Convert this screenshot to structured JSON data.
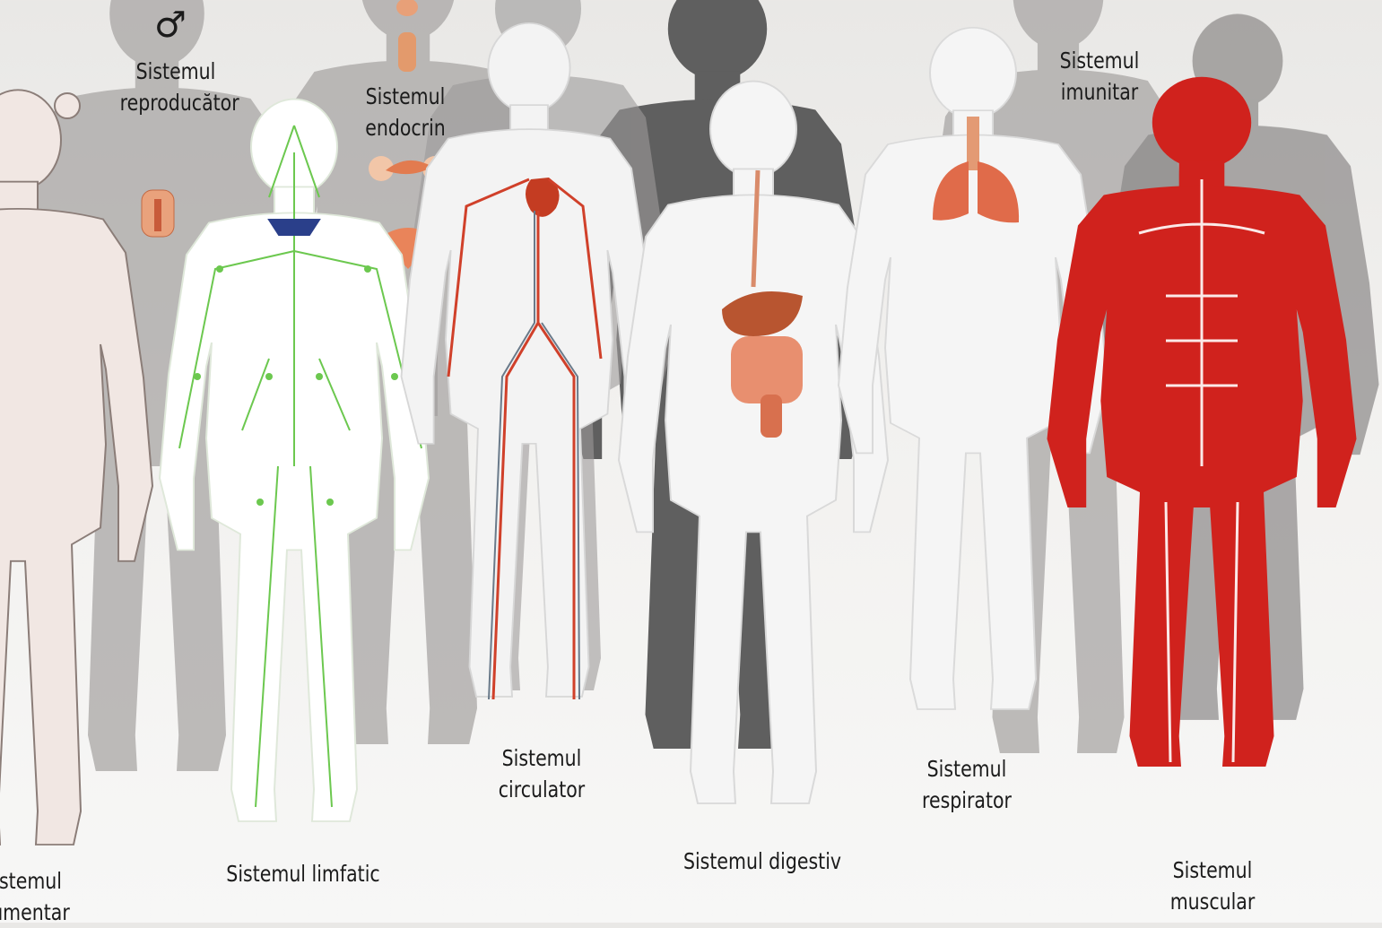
{
  "symbols": {
    "male": "♂"
  },
  "labels": {
    "integumentar": [
      "stemul",
      "umentar"
    ],
    "reproducator": [
      "Sistemul",
      "reproducător"
    ],
    "endocrin": [
      "Sistemul",
      "endocrin"
    ],
    "limfatic": [
      "Sistemul limfatic"
    ],
    "circulator": [
      "Sistemul",
      "circulator"
    ],
    "digestiv": [
      "Sistemul digestiv"
    ],
    "respirator": [
      "Sistemul",
      "respirator"
    ],
    "imunitar": [
      "Sistemul",
      "imunitar"
    ],
    "muscular": [
      "Sistemul",
      "muscular"
    ]
  },
  "colors": {
    "silhouette": "#8f8c8b",
    "silhouette_dark": "#5a5a5a",
    "skin": "#f1e7e3",
    "lymph": "#6cc84f",
    "lymph_duct": "#2a3f8a",
    "muscle": "#cf1f1b",
    "vessel_red": "#d0402a",
    "organ": "#d96a45",
    "skeleton": "#e2e2e2"
  }
}
